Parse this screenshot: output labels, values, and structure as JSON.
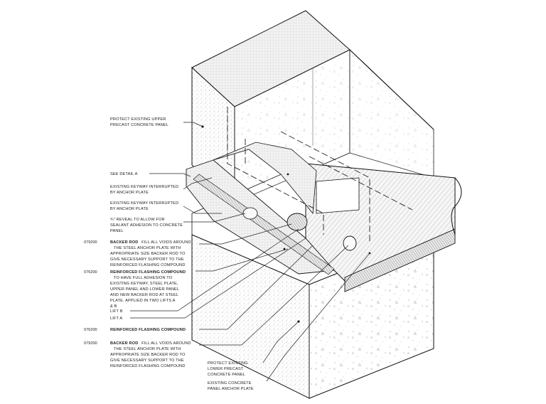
{
  "annotations": {
    "upper_panel": [
      "PROTECT EXISTING UPPER",
      "PRECAST CONCRETE PANEL"
    ],
    "see_detail": [
      "SEE DETAIL A"
    ],
    "keyway_1": [
      "EXISTING KEYWAY INTERRUPTED",
      "BY ANCHOR PLATE"
    ],
    "keyway_2": [
      "EXISTING KEYWAY INTERRUPTED",
      "BY ANCHOR PLATE"
    ],
    "reveal": [
      "¾\" REVEAL TO ALLOW FOR",
      "SEALANT ADHESION TO CONCRETE",
      "PANEL"
    ],
    "backer_rod_1": {
      "spec": "079200",
      "title": "BACKER ROD",
      "lines": [
        "FILL ALL VOIDS AROUND",
        "THE STEEL ANCHOR PLATE WITH",
        "APPROPRIATE SIZE BACKER ROD TO",
        "GIVE NECESSARY SUPPORT TO THE",
        "REINFORCED FLASHING COMPOUND"
      ]
    },
    "flashing_1": {
      "spec": "076200",
      "title": "REINFORCED FLASHING COMPOUND",
      "lines": [
        "TO HAVE FULL ADHESION TO",
        "EXISTING KEYWAY, STEEL PLATE,",
        "UPPER PANEL AND LOWER PANEL",
        "AND NEW BACKER ROD AT STEEL",
        "PLATE. APPLIED IN TWO LIFTS A",
        "& B"
      ]
    },
    "lift_b": "LIFT B",
    "lift_a": "LIFT A",
    "flashing_2": {
      "spec": "076200",
      "title": "REINFORCED FLASHING COMPOUND"
    },
    "backer_rod_2": {
      "spec": "079200",
      "title": "BACKER ROD",
      "lines": [
        "FILL ALL VOIDS AROUND",
        "THE STEEL ANCHOR PLATE WITH",
        "APPROPRIATE SIZE BACKER ROD TO",
        "GIVE NECESSARY SUPPORT TO THE",
        "REINFORCED FLASHING COMPOUND"
      ]
    },
    "lower_panel": [
      "PROTECT EXISTING",
      "LOWER PRECAST",
      "CONCRETE PANEL"
    ],
    "anchor_plate": [
      "EXISTING CONCRETE",
      "PANEL ANCHOR PLATE"
    ]
  }
}
